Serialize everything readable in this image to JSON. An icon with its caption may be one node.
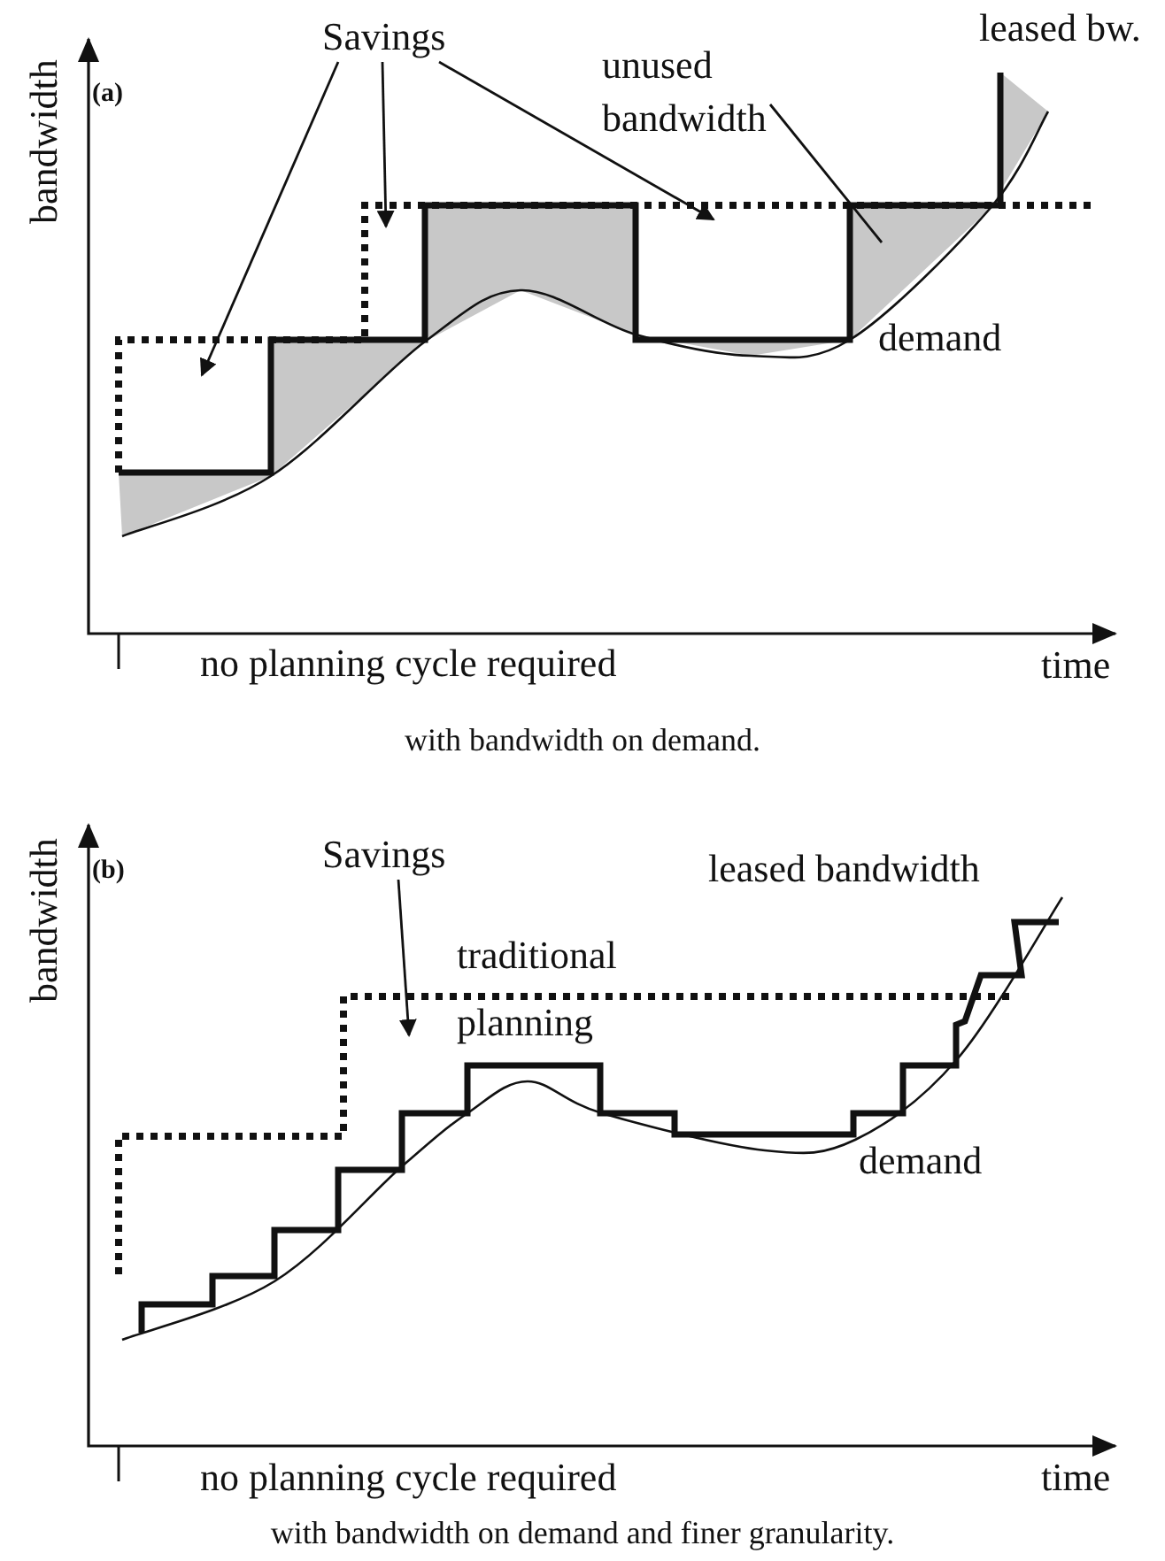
{
  "diagram": {
    "nodes": [
      {
        "text": [
          "Savings"
        ]
      },
      {
        "text": [
          "unused bandwidth"
        ]
      },
      {
        "text": [
          "Savings"
        ]
      }
    ],
    "edges": [
      {
        "from": 0,
        "to": null,
        "arrow": "to"
      },
      {
        "from": 0,
        "to": null,
        "arrow": "to"
      },
      {
        "from": 0,
        "to": null,
        "arrow": "to"
      },
      {
        "from": 1,
        "to": null,
        "arrow": "none"
      },
      {
        "from": 2,
        "to": null,
        "arrow": "to"
      }
    ],
    "labels": [
      "(a)",
      "bandwidth",
      "leased bw.",
      "demand",
      "no planning cycle required",
      "time",
      "with bandwidth on demand.",
      "(b)",
      "bandwidth",
      "leased bandwidth",
      "traditional planning",
      "demand",
      "no planning cycle required",
      "time",
      "with bandwidth on demand and finer granularity."
    ]
  }
}
